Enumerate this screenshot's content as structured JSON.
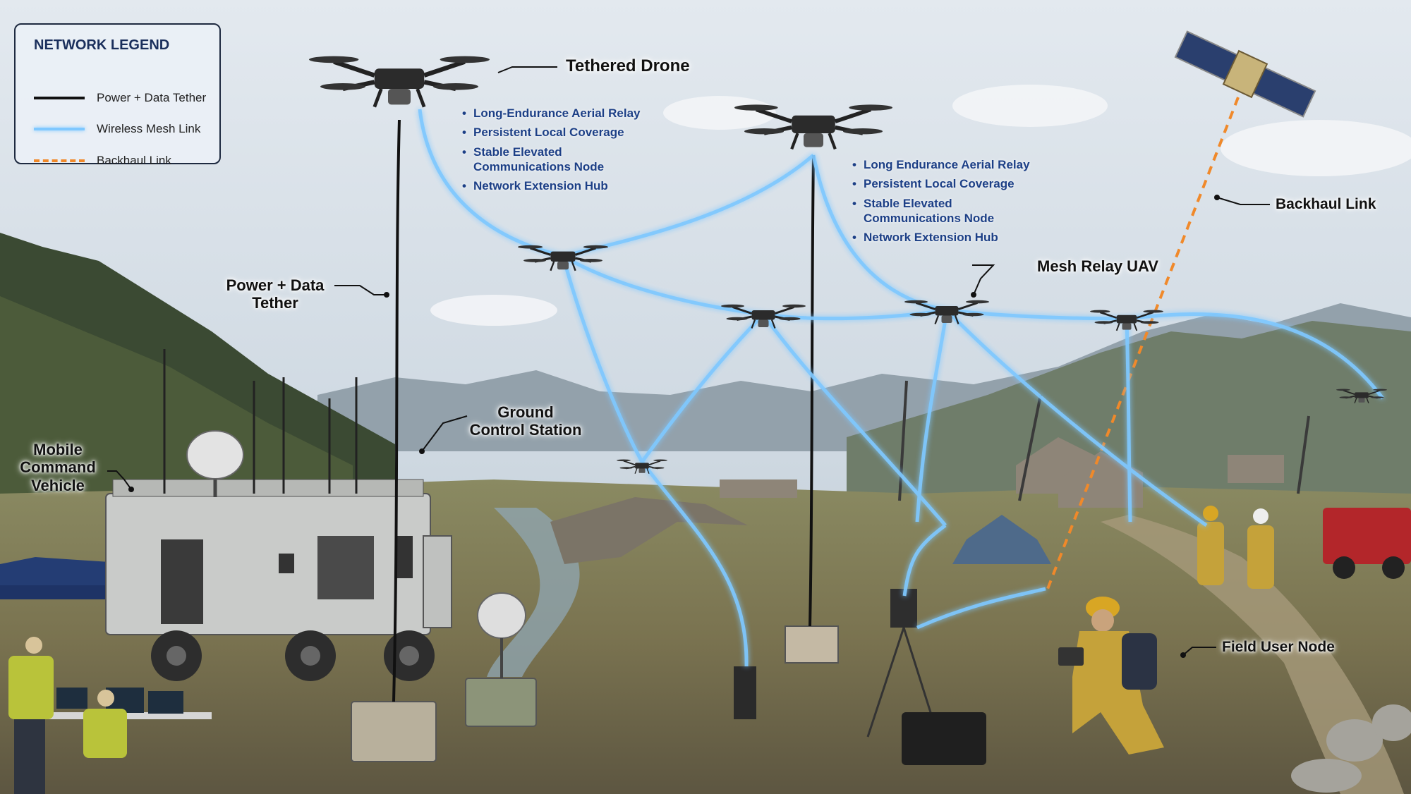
{
  "legend": {
    "title": "NETWORK LEGEND",
    "items": [
      {
        "label": "Power + Data Tether",
        "color": "#111111",
        "style": "solid"
      },
      {
        "label": "Wireless Mesh Link",
        "color": "#7fc8ff",
        "style": "glow"
      },
      {
        "label": "Backhaul Link",
        "color": "#f0892a",
        "style": "dashed"
      }
    ]
  },
  "labels": {
    "tethered_drone": "Tethered Drone",
    "power_tether": "Power + Data\nTether",
    "ground_station": "Ground\nControl Station",
    "mobile_command": "Mobile\nCommand\nVehicle",
    "mesh_relay": "Mesh Relay UAV",
    "backhaul": "Backhaul Link",
    "field_user": "Field User Node"
  },
  "drone_specs_left": [
    "Long-Endurance Aerial Relay",
    "Persistent Local Coverage",
    "Stable Elevated\nCommunications Node",
    "Network Extension Hub"
  ],
  "drone_specs_right": [
    "Long Endurance Aerial Relay",
    "Persistent Local Coverage",
    "Stable Elevated\nCommunications Node",
    "Network Extension Hub"
  ],
  "colors": {
    "sky_top": "#dfe6ee",
    "sky_bottom": "#c8d3dc",
    "mesh_link": "#7fc8ff",
    "backhaul": "#f0892a",
    "tether": "#111111",
    "spec_text": "#1c3f86"
  }
}
